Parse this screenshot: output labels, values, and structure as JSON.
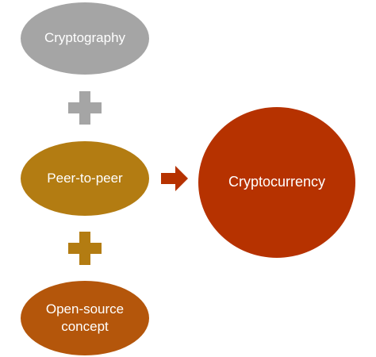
{
  "diagram": {
    "nodes": {
      "cryptography": {
        "label": "Cryptography",
        "color": "#a5a5a5"
      },
      "peer_to_peer": {
        "label": "Peer-to-peer",
        "color": "#b37c12"
      },
      "open_source": {
        "label": "Open-source concept",
        "color": "#b4560b"
      },
      "cryptocurrency": {
        "label": "Cryptocurrency",
        "color": "#b63200"
      }
    },
    "connectors": {
      "plus_top": {
        "icon": "plus-icon",
        "color": "#a5a5a5"
      },
      "plus_bottom": {
        "icon": "plus-icon",
        "color": "#b37c12"
      },
      "arrow": {
        "icon": "arrow-right-icon",
        "color": "#b63200"
      }
    }
  }
}
